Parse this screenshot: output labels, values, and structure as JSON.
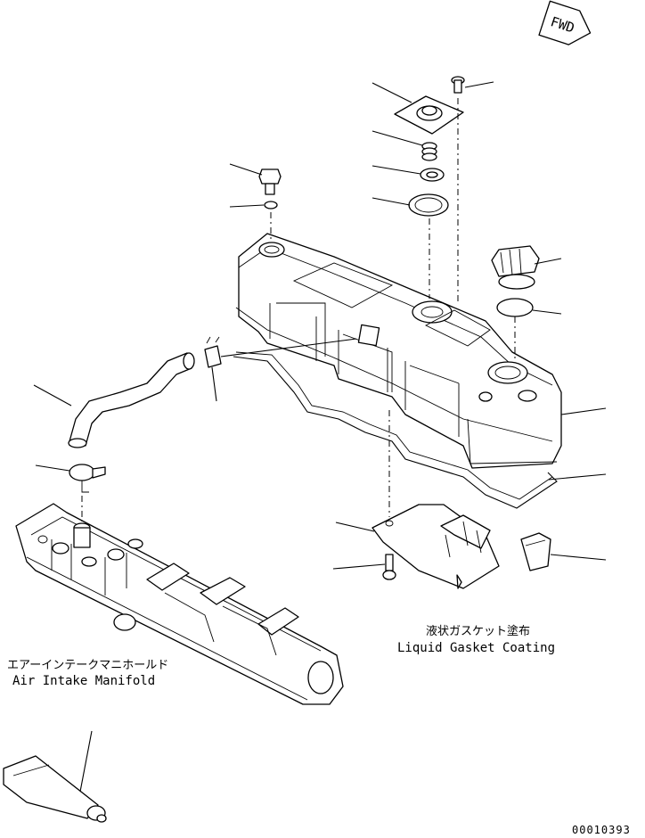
{
  "fwd_mark": "FWD",
  "labels": {
    "manifold_jp": "エアーインテークマニホールド",
    "manifold_en": "Air Intake Manifold",
    "gasket_jp": "液状ガスケット塗布",
    "gasket_en": "Liquid Gasket Coating"
  },
  "drawing_number": "00010393"
}
